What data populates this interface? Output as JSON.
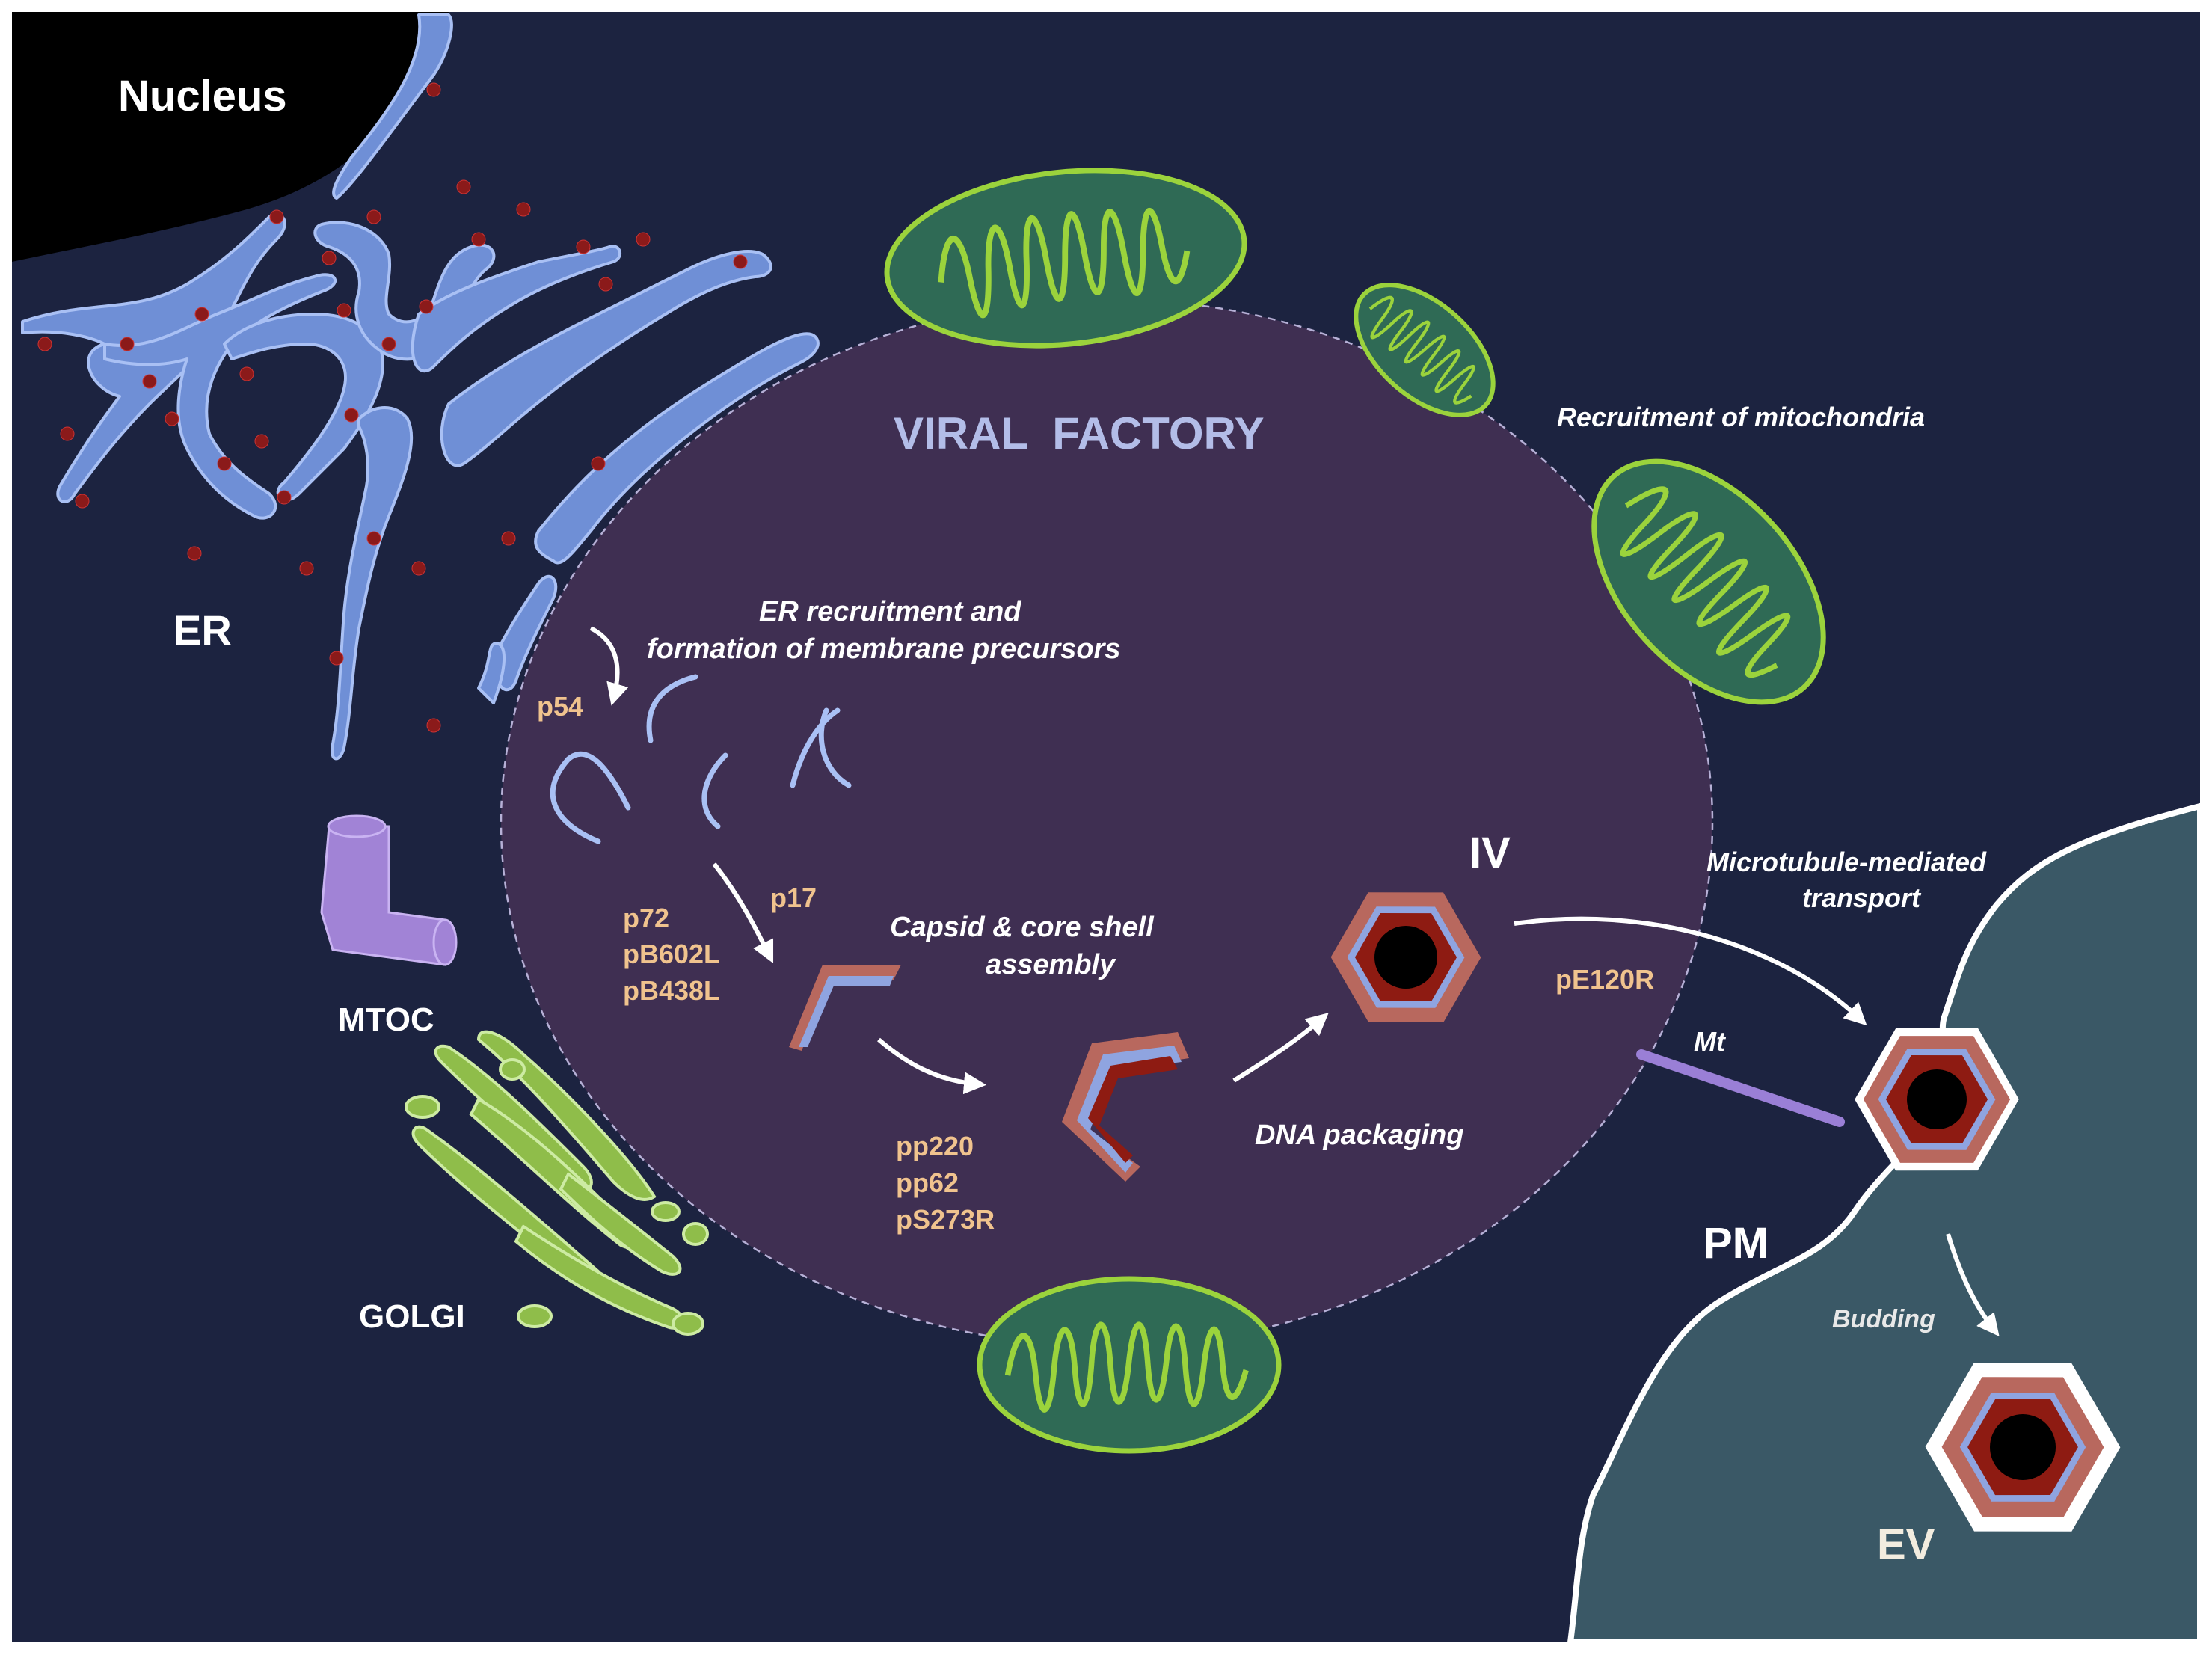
{
  "labels": {
    "nucleus": "Nucleus",
    "er": "ER",
    "mtoc": "MTOC",
    "golgi": "GOLGI",
    "viral_factory": "VIRAL  FACTORY",
    "recruitment_mito": "Recruitment of mitochondria",
    "er_recruitment_line1": "ER recruitment and",
    "er_recruitment_line2": "formation of membrane precursors",
    "capsid_line1": "Capsid & core shell",
    "capsid_line2": "assembly",
    "dna_packaging": "DNA packaging",
    "iv": "IV",
    "mt_transport_line1": "Microtubule-mediated",
    "mt_transport_line2": "transport",
    "mt": "Mt",
    "pm": "PM",
    "budding": "Budding",
    "ev": "EV"
  },
  "proteins": {
    "p54": "p54",
    "p72": "p72",
    "pB602L": "pB602L",
    "pB438L": "pB438L",
    "p17": "p17",
    "pp220": "pp220",
    "pp62": "pp62",
    "pS273R": "pS273R",
    "pE120R": "pE120R"
  },
  "colors": {
    "background": "#1c2340",
    "nucleus": "#000000",
    "er": "#6f8fd6",
    "ribosome": "#8b1a1a",
    "viral_factory": "#3f2f52",
    "mitochondria": "#2f6a55",
    "mito_cristae": "#9bd33c",
    "golgi": "#8fbd4a",
    "mtoc": "#a183d6",
    "plasma_membrane": "#3a5866",
    "capsid_outer": "#b8685e",
    "capsid_mid": "#8fa4e0",
    "capsid_inner": "#8e1b12",
    "protein_label": "#f0c38e"
  }
}
